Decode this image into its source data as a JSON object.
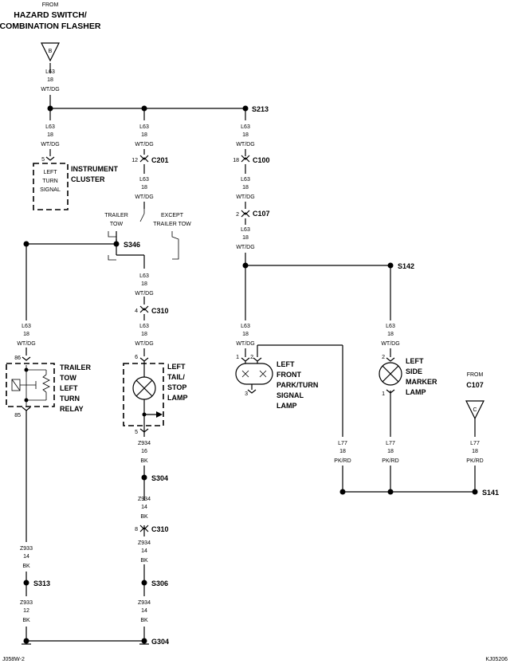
{
  "from_top": {
    "from": "FROM",
    "line1": "HAZARD SWITCH/",
    "line2": "COMBINATION FLASHER"
  },
  "conn_b": "B",
  "conn_c": "C",
  "wire_l63": "L63",
  "gauge_18": "18",
  "gauge_16": "16",
  "gauge_14": "14",
  "gauge_12": "12",
  "color_wtdg": "WT/DG",
  "wire_z934": "Z934",
  "wire_z933": "Z933",
  "color_bk": "BK",
  "wire_l77": "L77",
  "color_pkrd": "PK/RD",
  "splices": {
    "s213": "S213",
    "s346": "S346",
    "s142": "S142",
    "s304": "S304",
    "s313": "S313",
    "s306": "S306",
    "s141": "S141"
  },
  "ground": "G304",
  "connectors": {
    "c201": "C201",
    "c100": "C100",
    "c107": "C107",
    "c310": "C310"
  },
  "pins": {
    "p5": "5",
    "p12": "12",
    "p18": "18",
    "p2": "2",
    "p4": "4",
    "p6": "6",
    "p86": "86",
    "p85": "85",
    "p1": "1",
    "p3": "3",
    "p8": "8"
  },
  "cluster": {
    "l1": "INSTRUMENT",
    "l2": "CLUSTER",
    "i1": "LEFT",
    "i2": "TURN",
    "i3": "SIGNAL"
  },
  "trailer_tow": {
    "l1": "TRAILER",
    "l2": "TOW"
  },
  "except": {
    "l1": "EXCEPT",
    "l2": "TRAILER TOW"
  },
  "relay": {
    "l1": "TRAILER",
    "l2": "TOW",
    "l3": "LEFT",
    "l4": "TURN",
    "l5": "RELAY"
  },
  "tail": {
    "l1": "LEFT",
    "l2": "TAIL/",
    "l3": "STOP",
    "l4": "LAMP"
  },
  "park": {
    "l1": "LEFT",
    "l2": "FRONT",
    "l3": "PARK/TURN",
    "l4": "SIGNAL",
    "l5": "LAMP"
  },
  "side": {
    "l1": "LEFT",
    "l2": "SIDE",
    "l3": "MARKER",
    "l4": "LAMP"
  },
  "from_c107": {
    "from": "FROM",
    "name": "C107"
  },
  "footer": {
    "left": "J058W-2",
    "right": "KJ05206"
  }
}
